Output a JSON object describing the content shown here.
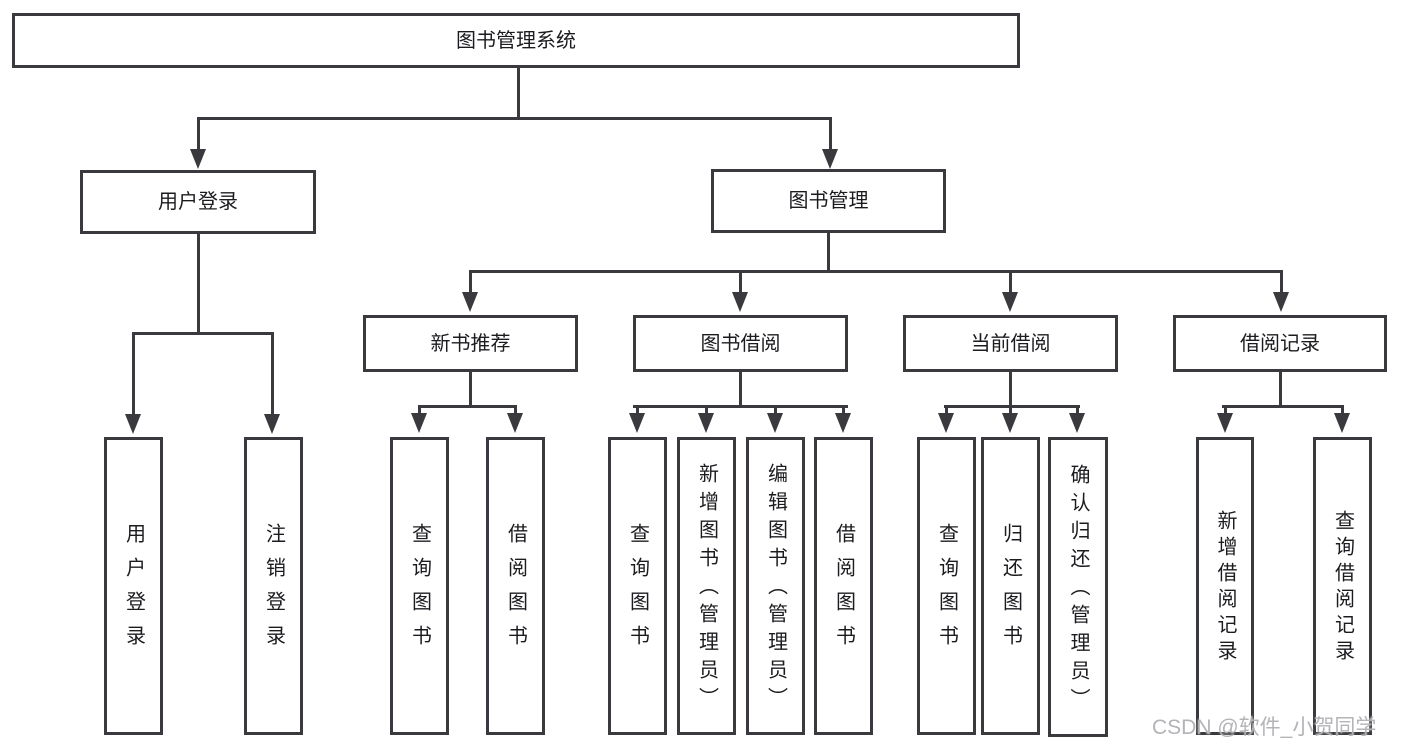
{
  "diagram": {
    "root": {
      "label": "图书管理系统"
    },
    "branches": [
      {
        "label": "用户登录",
        "children": [
          {
            "label": "用户登录"
          },
          {
            "label": "注销登录"
          }
        ]
      },
      {
        "label": "图书管理",
        "children": [
          {
            "label": "新书推荐",
            "children": [
              {
                "label": "查询图书"
              },
              {
                "label": "借阅图书"
              }
            ]
          },
          {
            "label": "图书借阅",
            "children": [
              {
                "label": "查询图书"
              },
              {
                "label": "新增图书（管理员）"
              },
              {
                "label": "编辑图书（管理员）"
              },
              {
                "label": "借阅图书"
              }
            ]
          },
          {
            "label": "当前借阅",
            "children": [
              {
                "label": "查询图书"
              },
              {
                "label": "归还图书"
              },
              {
                "label": "确认归还（管理员）"
              }
            ]
          },
          {
            "label": "借阅记录",
            "children": [
              {
                "label": "新增借阅记录"
              },
              {
                "label": "查询借阅记录"
              }
            ]
          }
        ]
      }
    ],
    "watermark": "CSDN @软件_小贺同学",
    "colors": {
      "line": "#3a3a3e",
      "box_border": "#3a3a3e",
      "box_fill": "#ffffff",
      "text": "#1c1c20",
      "watermark": "#b0b0b4"
    }
  }
}
